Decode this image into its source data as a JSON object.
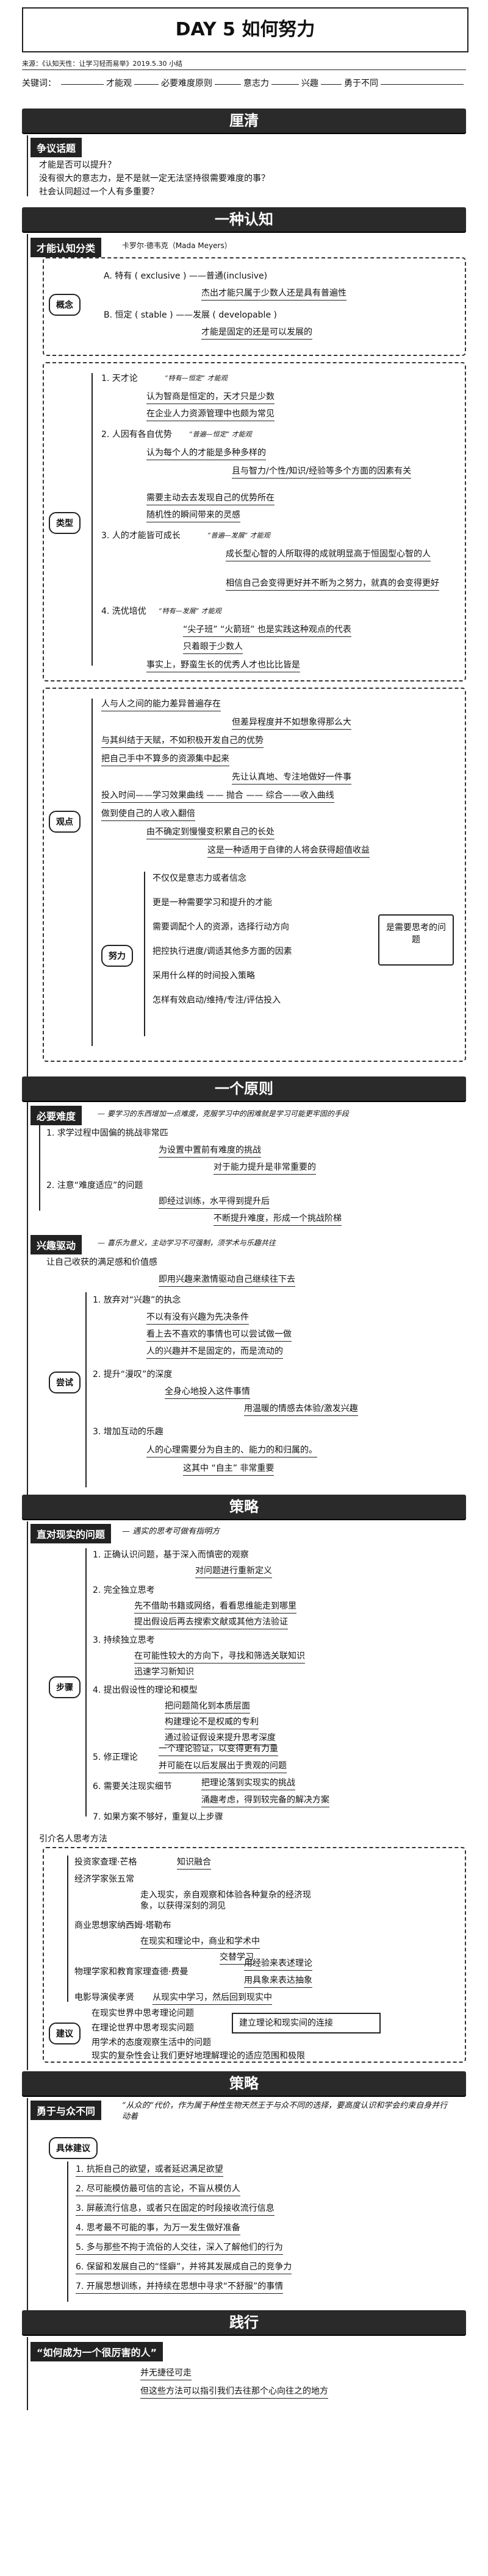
{
  "header": {
    "title": "DAY 5  如何努力",
    "source": "来源：《认知天性：让学习轻而易举》2019.5.30 小结",
    "keywords_label": "关键词：",
    "keywords": [
      "才能观",
      "必要难度原则",
      "意志力",
      "兴趣",
      "勇于不同"
    ]
  },
  "sections": {
    "s1": "厘清",
    "s2": "一种认知",
    "s3": "一个原则",
    "s4": "策略",
    "s5": "策略",
    "s6": "践行"
  },
  "clarify": {
    "tag": "争议话题",
    "q1": "才能是否可以提升？",
    "q2": "没有很大的意志力，是不是就一定无法坚持很需要难度的事？",
    "q3": "社会认同超过一个人有多重要？"
  },
  "cognition": {
    "tag": "才能认知分类",
    "author": "卡罗尔·德韦克（Mada Meyers）",
    "concept_label": "概念",
    "concept_a": "A. 特有 ( exclusive ) ——普通(inclusive)",
    "concept_a2": "杰出才能只属于少数人还是具有普遍性",
    "concept_b": "B. 恒定 ( stable ) ——发展 ( developable )",
    "concept_b2": "才能是固定的还是可以发展的",
    "types_label": "类型",
    "t1": "1. 天才论",
    "t1_note": "“特有—恒定” 才能观",
    "t1_a": "认为智商是恒定的，天才只是少数",
    "t1_b": "在企业人力资源管理中也颇为常见",
    "t2": "2. 人因有各自优势",
    "t2_note": "“普遍—恒定” 才能观",
    "t2_a": "认为每个人的才能是多种多样的",
    "t2_b": "且与智力/个性/知识/经验等多个方面的因素有关",
    "t2_c": "需要主动去去发现自己的优势所在",
    "t2_d": "随机性的瞬间带来的灵感",
    "t3": "3. 人的才能皆可成长",
    "t3_note": "“普遍—发展” 才能观",
    "t3_a": "成长型心智的人所取得的成就明显高于恒固型心智的人",
    "t3_b": "相信自己会变得更好并不断为之努力，就真的会变得更好",
    "t4": "4. 洗优培优",
    "t4_note": "“特有—发展” 才能观",
    "t4_a": "“尖子班”  “火箭班” 也是实践这种观点的代表",
    "t4_b": "只着眼于少数人",
    "t4_c": "事实上，野蛮生长的优秀人才也比比皆是",
    "views_label": "观点",
    "v1": "人与人之间的能力差异普遍存在",
    "v2": "但差异程度并不如想象得那么大",
    "v3": "与其纠结于天赋，不如积极开发自己的优势",
    "v4": "把自己手中不算多的资源集中起来",
    "v5": "先让认真地、专注地做好一件事",
    "v6": "投入时间——学习效果曲线  ——  抛合  ——  综合——收入曲线",
    "v7": "做到使自己的人收入翻倍",
    "v8": "由不确定到慢慢变积累自己的长处",
    "v9": "这是一种适用于自律的人将会获得超值收益",
    "effort_label": "努力",
    "e1": "不仅仅是意志力或者信念",
    "e2": "更是一种需要学习和提升的才能",
    "e3": "需要调配个人的资源，选择行动方向",
    "e4": "把控执行进度/调适其他多方面的因素",
    "e5": "采用什么样的时间投入策略",
    "e6": "怎样有效启动/维持/专注/评估投入",
    "e_box": "是需要思考的问题"
  },
  "principle": {
    "tag1": "必要难度",
    "tag1_hand": "— 要学习的东西增加一点难度，克服学习中的困难就是学习可能更牢固的手段",
    "p1": "1. 求学过程中固偏的挑战非常匹",
    "p1_a": "为设置中置前有难度的挑战",
    "p1_b": "对于能力提升是非常重要的",
    "p2": "2. 注意“难度适应”的问题",
    "p2_a": "即经过训练，水平得到提升后",
    "p2_b": "不断提升难度，形成一个挑战阶梯",
    "tag2": "兴趣驱动",
    "tag2_hand": "— 喜乐为意义，主动学习不可强制，须学术与乐趣共往",
    "i0": "让自己收获的满足感和价值感",
    "i0b": "即用兴趣来激情驱动自己继续往下去",
    "try_label": "尝试",
    "i1": "1. 放弃对“兴趣”的执念",
    "i1_a": "不以有没有兴趣为先决条件",
    "i1_b": "看上去不喜欢的事情也可以尝试做一做",
    "i1_c": "人的兴趣并不是固定的，而是流动的",
    "i2": "2. 提升“漫叹”的深度",
    "i2_a": "全身心地投入这件事情",
    "i2_b": "用温暖的情感去体验/激发兴趣",
    "i3": "3. 增加互动的乐趣",
    "i3_a": "人的心理需要分为自主的、能力的和归属的。",
    "i3_b": "这其中 “自主” 非常重要"
  },
  "strategy": {
    "tag": "直对现实的问题",
    "tag_hand": "— 遇实的思考可做有指明方",
    "steps_label": "步骤",
    "s1": "1. 正确认识问题，基于深入而慎密的观察",
    "s1_a": "对问题进行重新定义",
    "s2": "2. 完全独立思考",
    "s2_a": "先不借助书籍或网络，看看思维能走到哪里",
    "s2_b": "提出假设后再去搜索文献或其他方法验证",
    "s3": "3. 持续独立思考",
    "s3_a": "在可能性较大的方向下，寻找和筛选关联知识",
    "s3_b": "迅速学习新知识",
    "s4": "4. 提出假设性的理论和模型",
    "s4_a": "把问题简化到本质层面",
    "s4_b": "构建理论不是权威的专利",
    "s4_c": "通过验证假设来提升思考深度",
    "s5": "5. 修正理论",
    "s5_a": "一个理论验证，以变得更有力量",
    "s5_b": "并可能在以后发展出于贵观的问题",
    "s6": "6. 需要关注现实细节",
    "s6_a": "把理论落到实现实的挑战",
    "s6_b": "涌趣考虑，得到较完备的解决方案",
    "s7": "7. 如果方案不够好，重复以上步骤",
    "quote_label": "引介名人思考方法",
    "m1": "投资家查理·芒格",
    "m1_a": "知识融合",
    "m2": "经济学家张五常",
    "m2_a": "走入现实，亲自观察和体验各种复杂的经济现象，以获得深刻的洞见",
    "m3": "商业思想家纳西姆·塔勒布",
    "m3_a": "在现实和理论中，商业和学术中",
    "m3_b": "交替学习",
    "m4": "物理学家和教育家理查德·费曼",
    "m4_a": "用经验来表述理论",
    "m4_b": "用具象来表达抽象",
    "m5": "电影导演侯孝贤",
    "m5_a": "从现实中学习，然后回到现实中",
    "advice_label": "建议",
    "a1": "在现实世界中思考理论问题",
    "a2": "在理论世界中思考现实问题",
    "a2_box": "建立理论和现实间的连接",
    "a3": "用学术的态度观察生活中的问题",
    "a4": "现实的复杂性会让我们更好地理解理论的适应范围和极限"
  },
  "courage": {
    "tag": "勇于与众不同",
    "hand": "“从众的”代价，作为属于种性生物天然王于与众不同的选择，要高度认识和学会约束自身并行动着",
    "advice_label": "具体建议",
    "c1": "1. 抗拒自己的欲望，或者延迟满足欲望",
    "c2": "2. 尽可能模仿最可信的言论，不盲从模仿人",
    "c3": "3. 屏蔽流行信息，或者只在固定的时段接收流行信息",
    "c4": "4. 思考最不可能的事，为万一发生做好准备",
    "c5": "5. 多与那些不拘于流俗的人交往，深入了解他们的行为",
    "c6": "6. 保留和发展自己的“怪癖”，并将其发展成自己的竞争力",
    "c7": "7. 开展思想训练，并持续在思想中寻求“不舒服”的事情"
  },
  "practice": {
    "tag": "“如何成为一个很厉害的人”",
    "p1": "并无捷径可走",
    "p2": "但这些方法可以指引我们去往那个心向往之的地方"
  }
}
